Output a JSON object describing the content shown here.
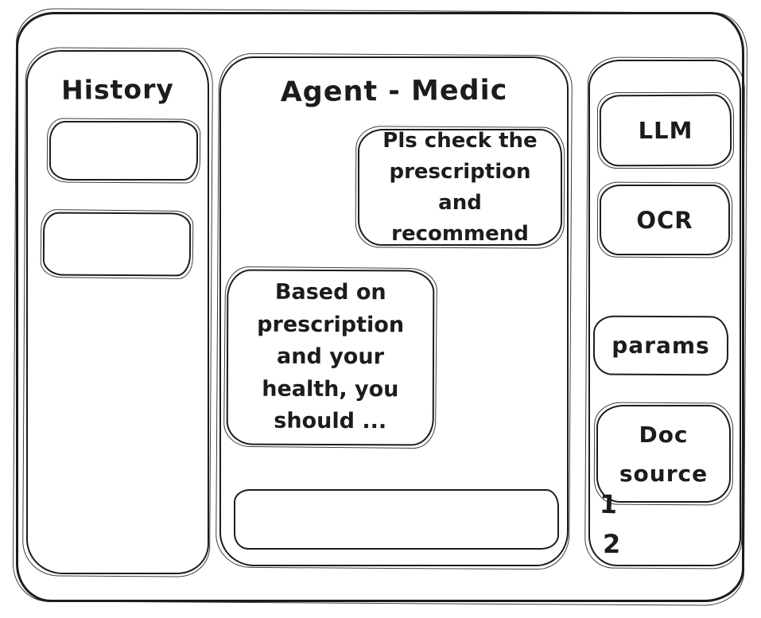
{
  "window": {
    "background": "#ffffff",
    "ink": "#1c1c1c",
    "style": "hand-drawn-wireframe"
  },
  "history_panel": {
    "title": "History",
    "items": [
      {
        "label": ""
      },
      {
        "label": ""
      }
    ]
  },
  "chat_panel": {
    "title": "Agent - Medic",
    "messages": [
      {
        "role": "user",
        "text": "Pls check the prescription and recommend"
      },
      {
        "role": "agent",
        "text": "Based on prescription and your health, you should ..."
      }
    ],
    "input": {
      "value": "",
      "placeholder": ""
    }
  },
  "tools_panel": {
    "buttons": [
      {
        "label": "LLM"
      },
      {
        "label": "OCR"
      },
      {
        "label": "params"
      },
      {
        "label": "Doc source"
      }
    ],
    "footnotes": [
      "1",
      "2"
    ]
  }
}
